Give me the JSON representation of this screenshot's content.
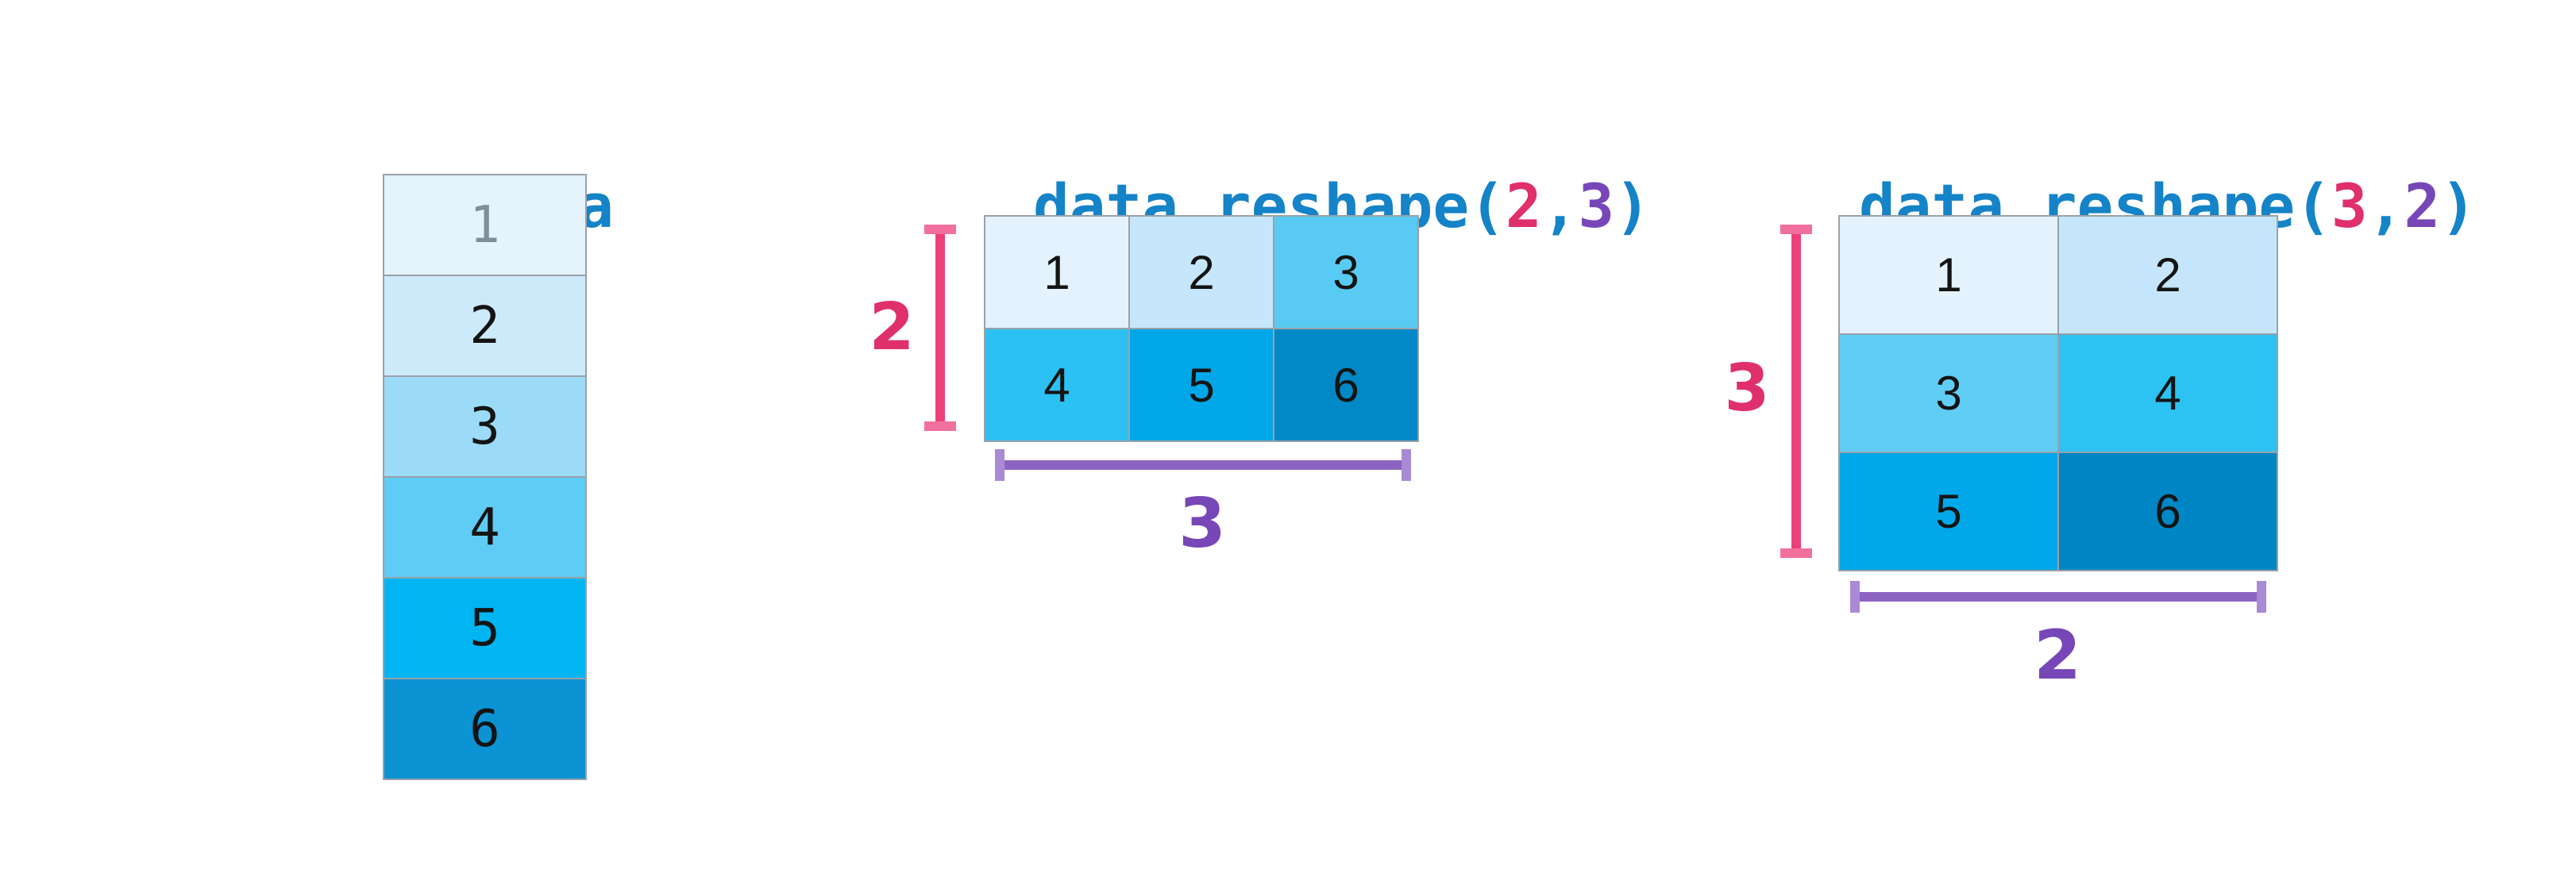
{
  "canvas": {
    "background": "#ffffff"
  },
  "palette": {
    "code_blue": "#1583c7",
    "row_pink": "#ed4078",
    "row_pink_cap": "#f2709e",
    "row_pink_text": "#e02f6d",
    "col_purple": "#8d63c2",
    "col_purple_cap": "#a98ad5",
    "col_purple_text": "#7747b8",
    "grid_line": "#9aa1a8",
    "digit_color": "#141414",
    "muted_digit_color": "#7d8f9b"
  },
  "data_column": {
    "title": "data",
    "cells": [
      {
        "value": "1",
        "bg": "#e4f3fc",
        "fg": "#7d8f9b"
      },
      {
        "value": "2",
        "bg": "#cdeafb",
        "fg": "#141414"
      },
      {
        "value": "3",
        "bg": "#9bdbf8",
        "fg": "#141414"
      },
      {
        "value": "4",
        "bg": "#5fccf5",
        "fg": "#141414"
      },
      {
        "value": "5",
        "bg": "#00b5f2",
        "fg": "#141414"
      },
      {
        "value": "6",
        "bg": "#0b93d4",
        "fg": "#141414"
      }
    ]
  },
  "reshape_2_3": {
    "title": {
      "prefix": "data.reshape(",
      "rows_arg": "2",
      "comma": ",",
      "cols_arg": "3",
      "suffix": ")"
    },
    "rows_label": "2",
    "cols_label": "3",
    "cells": [
      {
        "value": "1",
        "bg": "#e3f2fc"
      },
      {
        "value": "2",
        "bg": "#c6e7fb"
      },
      {
        "value": "3",
        "bg": "#58caf4"
      },
      {
        "value": "4",
        "bg": "#2cc1f2"
      },
      {
        "value": "5",
        "bg": "#00a7e8"
      },
      {
        "value": "6",
        "bg": "#0088c7"
      }
    ]
  },
  "reshape_3_2": {
    "title": {
      "prefix": "data.reshape(",
      "rows_arg": "3",
      "comma": ",",
      "cols_arg": "2",
      "suffix": ")"
    },
    "rows_label": "3",
    "cols_label": "2",
    "cells": [
      {
        "value": "1",
        "bg": "#e3f2fc"
      },
      {
        "value": "2",
        "bg": "#c5e6fa"
      },
      {
        "value": "3",
        "bg": "#60cdf5"
      },
      {
        "value": "4",
        "bg": "#2cc2f2"
      },
      {
        "value": "5",
        "bg": "#00a8e9"
      },
      {
        "value": "6",
        "bg": "#0086c4"
      }
    ]
  }
}
